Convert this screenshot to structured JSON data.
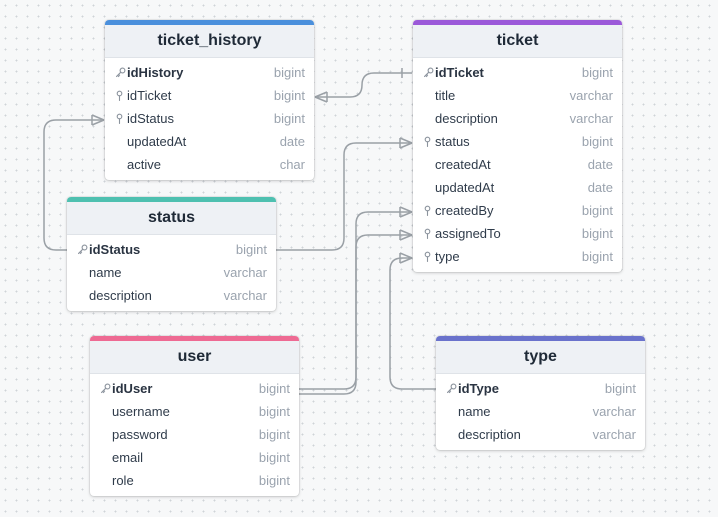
{
  "colors": {
    "canvas_bg": "#f7f8f9",
    "connector": "#9aa0a6",
    "ticket_history_accent": "#4a8fdc",
    "ticket_accent": "#9b59d9",
    "status_accent": "#4ec0b0",
    "user_accent": "#ee6a93",
    "type_accent": "#6a72cc"
  },
  "tables": {
    "ticket_history": {
      "name": "ticket_history",
      "columns": [
        {
          "name": "idHistory",
          "type": "bigint",
          "key": "primary",
          "icon": "key-icon"
        },
        {
          "name": "idTicket",
          "type": "bigint",
          "key": "foreign",
          "icon": "foreign-key-icon"
        },
        {
          "name": "idStatus",
          "type": "bigint",
          "key": "foreign",
          "icon": "foreign-key-icon"
        },
        {
          "name": "updatedAt",
          "type": "date",
          "key": "none"
        },
        {
          "name": "active",
          "type": "char",
          "key": "none"
        }
      ]
    },
    "ticket": {
      "name": "ticket",
      "columns": [
        {
          "name": "idTicket",
          "type": "bigint",
          "key": "primary",
          "icon": "key-icon"
        },
        {
          "name": "title",
          "type": "varchar",
          "key": "none"
        },
        {
          "name": "description",
          "type": "varchar",
          "key": "none"
        },
        {
          "name": "status",
          "type": "bigint",
          "key": "foreign",
          "icon": "foreign-key-icon"
        },
        {
          "name": "createdAt",
          "type": "date",
          "key": "none"
        },
        {
          "name": "updatedAt",
          "type": "date",
          "key": "none"
        },
        {
          "name": "createdBy",
          "type": "bigint",
          "key": "foreign",
          "icon": "foreign-key-icon"
        },
        {
          "name": "assignedTo",
          "type": "bigint",
          "key": "foreign",
          "icon": "foreign-key-icon"
        },
        {
          "name": "type",
          "type": "bigint",
          "key": "foreign",
          "icon": "foreign-key-icon"
        }
      ]
    },
    "status": {
      "name": "status",
      "columns": [
        {
          "name": "idStatus",
          "type": "bigint",
          "key": "primary",
          "icon": "key-icon"
        },
        {
          "name": "name",
          "type": "varchar",
          "key": "none"
        },
        {
          "name": "description",
          "type": "varchar",
          "key": "none"
        }
      ]
    },
    "user": {
      "name": "user",
      "columns": [
        {
          "name": "idUser",
          "type": "bigint",
          "key": "primary",
          "icon": "key-icon"
        },
        {
          "name": "username",
          "type": "bigint",
          "key": "none"
        },
        {
          "name": "password",
          "type": "bigint",
          "key": "none"
        },
        {
          "name": "email",
          "type": "bigint",
          "key": "none"
        },
        {
          "name": "role",
          "type": "bigint",
          "key": "none"
        }
      ]
    },
    "type": {
      "name": "type",
      "columns": [
        {
          "name": "idType",
          "type": "bigint",
          "key": "primary",
          "icon": "key-icon"
        },
        {
          "name": "name",
          "type": "varchar",
          "key": "none"
        },
        {
          "name": "description",
          "type": "varchar",
          "key": "none"
        }
      ]
    }
  },
  "relationships": [
    {
      "from": "ticket_history.idTicket",
      "to": "ticket.idTicket",
      "cardinality": "many-to-one"
    },
    {
      "from": "ticket_history.idStatus",
      "to": "status.idStatus",
      "cardinality": "many-to-one"
    },
    {
      "from": "ticket.status",
      "to": "status.idStatus",
      "cardinality": "many-to-one"
    },
    {
      "from": "ticket.createdBy",
      "to": "user.idUser",
      "cardinality": "many-to-one"
    },
    {
      "from": "ticket.assignedTo",
      "to": "user.idUser",
      "cardinality": "many-to-one"
    },
    {
      "from": "ticket.type",
      "to": "type.idType",
      "cardinality": "many-to-one"
    }
  ]
}
